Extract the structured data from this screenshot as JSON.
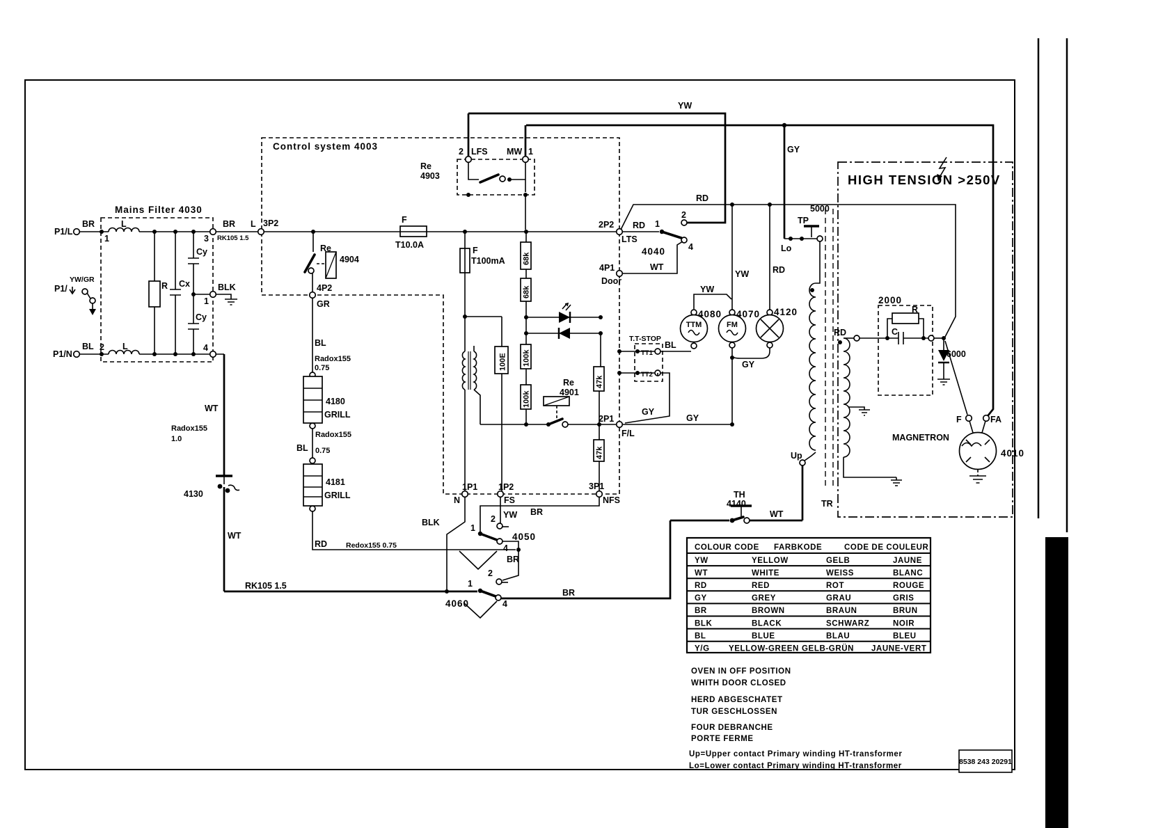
{
  "diagram": {
    "wire": {
      "yw": "YW",
      "wt": "WT",
      "rd": "RD",
      "gy": "GY",
      "br": "BR",
      "bl": "BL",
      "blk": "BLK",
      "ywgr": "YW/GR",
      "gr": "GR"
    },
    "pin": {
      "n1": "1",
      "n2": "2",
      "n3": "3",
      "n4": "4"
    },
    "conn": {
      "p1l": "P1/L",
      "p1e": "P1/",
      "p1n": "P1/N",
      "x3p2": "3P2",
      "x4p2": "4P2",
      "x2p2": "2P2",
      "x4p1": "4P1",
      "x2p1": "2P1",
      "x1p1": "1P1",
      "x1p2": "1P2",
      "x3p1": "3P1",
      "lts": "LTS",
      "door": "Door",
      "fl": "F/L",
      "n": "N",
      "fs": "FS",
      "nfs": "NFS",
      "lfs": "LFS",
      "mw": "MW",
      "tt1": "TT1",
      "tt2": "TT2",
      "tp": "TP",
      "lo": "Lo",
      "up": "Up",
      "f": "F",
      "fa": "FA",
      "tr": "TR"
    },
    "box": {
      "mains": "Mains Filter 4030",
      "control": "Control system 4003",
      "ht": "HIGH TENSION >250V",
      "ttstop": "T.T-STOP"
    },
    "part": {
      "re": "Re",
      "n4903": "4903",
      "n4904": "4904",
      "n4901": "4901",
      "fuse": "F",
      "t10": "T10.0A",
      "t100": "T100mA",
      "r68k": "68k",
      "r100k": "100k",
      "r47k": "47k",
      "c100e": "100E",
      "n4040": "4040",
      "n4050": "4050",
      "n4060": "4060",
      "n4130": "4130",
      "th": "TH",
      "n4140": "4140",
      "n4180": "4180",
      "n4181": "4181",
      "grill": "GRILL",
      "n4080": "4080",
      "n4070": "4070",
      "n4120": "4120",
      "ttm": "TTM",
      "fm": "FM",
      "n5000": "5000",
      "n2000": "2000",
      "r": "R",
      "c": "C",
      "cx": "Cx",
      "cy": "Cy",
      "l": "L",
      "n6000": "6000",
      "magnetron": "MAGNETRON",
      "n4010": "4010"
    },
    "cable": {
      "rk105": "RK105 1.5",
      "radox": "Radox155",
      "w075": "0.75",
      "w10": "1.0",
      "redox": "Redox155 0.75"
    },
    "color_table": {
      "headers": [
        "COLOUR CODE",
        "FARBKODE",
        "CODE DE COULEUR"
      ],
      "rows": [
        [
          "YW",
          "YELLOW",
          "GELB",
          "JAUNE"
        ],
        [
          "WT",
          "WHITE",
          "WEISS",
          "BLANC"
        ],
        [
          "RD",
          "RED",
          "ROT",
          "ROUGE"
        ],
        [
          "GY",
          "GREY",
          "GRAU",
          "GRIS"
        ],
        [
          "BR",
          "BROWN",
          "BRAUN",
          "BRUN"
        ],
        [
          "BLK",
          "BLACK",
          "SCHWARZ",
          "NOIR"
        ],
        [
          "BL",
          "BLUE",
          "BLAU",
          "BLEU"
        ],
        [
          "Y/G",
          "YELLOW-GREEN",
          "GELB-GRÜN",
          "JAUNE-VERT"
        ]
      ]
    },
    "notes": {
      "en1": "OVEN IN OFF POSITION",
      "en2": "WHITH DOOR CLOSED",
      "de1": "HERD ABGESCHATET",
      "de2": "TUR GESCHLOSSEN",
      "fr1": "FOUR DEBRANCHE",
      "fr2": "PORTE FERME",
      "up": "Up=Upper contact Primary winding HT-transformer",
      "lo": "Lo=Lower contact Primary winding HT-transformer"
    },
    "part_number": "8538 243 20291"
  }
}
